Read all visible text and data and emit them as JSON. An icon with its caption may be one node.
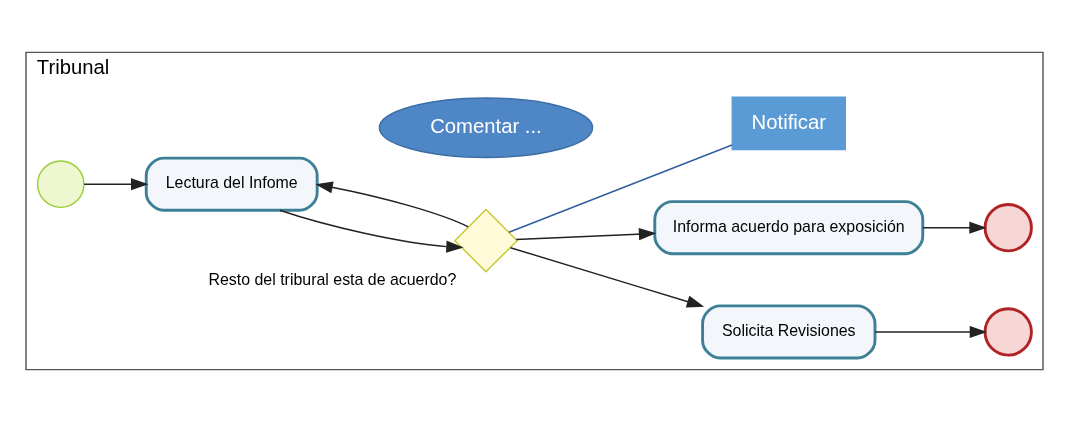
{
  "diagram": {
    "nodes": [
      {
        "text": [
          "Tribunal"
        ]
      },
      {
        "text": [],
        "shape": "circle",
        "in": 0
      },
      {
        "text": [
          "Lectura del Infome"
        ],
        "in": 0
      },
      {
        "text": [],
        "shape": "diamond",
        "in": 0,
        "beside": [
          "Resto del tribural esta de acuerdo?"
        ]
      },
      {
        "text": [
          "Solicita Revisiones"
        ],
        "in": 0
      },
      {
        "text": [],
        "shape": "circle",
        "in": 0
      },
      {
        "text": [
          "Informa acuerdo para exposición"
        ],
        "in": 0
      },
      {
        "text": [],
        "shape": "circle",
        "in": 0
      },
      {
        "text": [
          "Comentar ..."
        ],
        "in": 0
      },
      {
        "text": [
          "Notificar"
        ],
        "in": 0
      }
    ],
    "edges": [
      {
        "from": 1,
        "to": 2,
        "arrow": "to"
      },
      {
        "from": 2,
        "to": 3,
        "arrow": "to"
      },
      {
        "from": 3,
        "to": 4,
        "arrow": "to"
      },
      {
        "from": 3,
        "to": 2,
        "arrow": "to"
      },
      {
        "from": 4,
        "to": 5,
        "arrow": "to"
      },
      {
        "from": 3,
        "to": 6,
        "arrow": "to"
      },
      {
        "from": 6,
        "to": 7,
        "arrow": "to"
      },
      {
        "from": 3,
        "to": 9,
        "arrow": "none",
        "color": "#2e5e9e"
      }
    ]
  }
}
